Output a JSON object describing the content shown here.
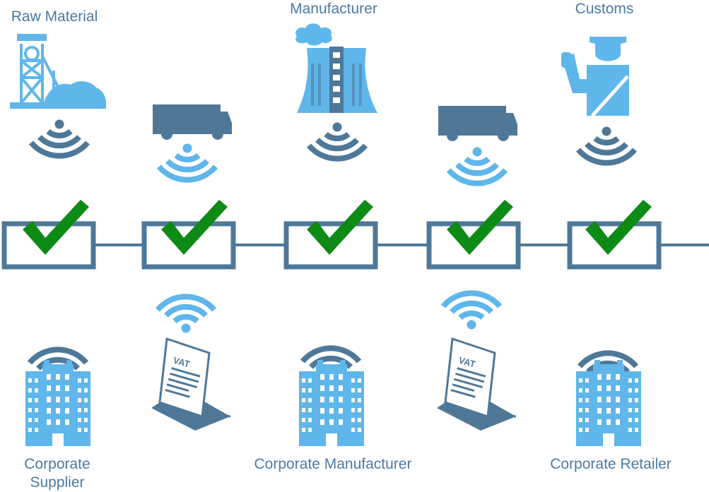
{
  "colors": {
    "dark_blue": "#4f7898",
    "light_blue": "#5fb6ea",
    "check_green": "#0e8a16",
    "label_blue": "#4a7aa4"
  },
  "labels": {
    "raw_material": "Raw Material",
    "manufacturer": "Manufacturer",
    "customs": "Customs",
    "corporate_supplier_line1": "Corporate",
    "corporate_supplier_line2": "Supplier",
    "corporate_manufacturer": "Corporate Manufacturer",
    "corporate_retailer": "Corporate Retailer",
    "vat_text": "VAT"
  },
  "top_icons": [
    "mine-icon",
    "truck-icon",
    "factory-icon",
    "truck-icon",
    "customs-officer-icon"
  ],
  "bottom_icons": [
    "office-building-icon",
    "vat-invoice-icon",
    "office-building-icon",
    "vat-invoice-icon",
    "office-building-icon"
  ],
  "blocks": [
    "verified-block",
    "verified-block",
    "verified-block",
    "verified-block",
    "verified-block"
  ]
}
